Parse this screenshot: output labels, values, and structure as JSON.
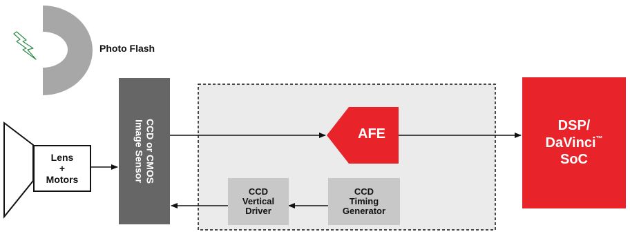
{
  "diagram": {
    "photo_flash": "Photo Flash",
    "lens": {
      "line1": "Lens",
      "line2": "+",
      "line3": "Motors"
    },
    "sensor": {
      "line1": "CCD or CMOS",
      "line2": "Image Sensor"
    },
    "afe": "AFE",
    "ccd_vertical_driver": {
      "line1": "CCD",
      "line2": "Vertical",
      "line3": "Driver"
    },
    "ccd_timing_generator": {
      "line1": "CCD",
      "line2": "Timing",
      "line3": "Generator"
    },
    "dsp": {
      "line1": "DSP/",
      "line2": "DaVinci",
      "trademark": "™",
      "line3": "SoC"
    },
    "colors": {
      "afe_red": "#e8232a",
      "dsp_red": "#e8232a",
      "sensor_gray": "#666666",
      "flash_gray": "#a7a7a7",
      "block_gray": "#c8c8c8",
      "dashed_region_fill": "#ebebeb",
      "lightning_green": "#2f8a4a"
    }
  }
}
